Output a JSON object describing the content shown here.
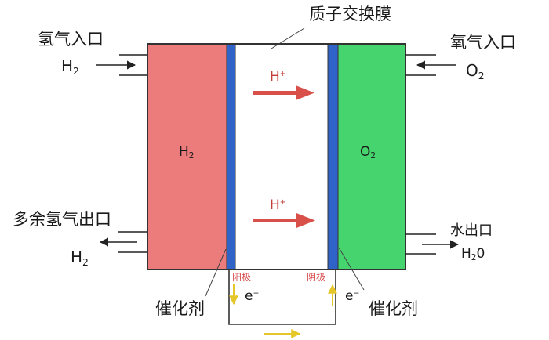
{
  "labels": {
    "hydrogen_inlet": "氢气入口",
    "oxygen_inlet": "氧气入口",
    "membrane": "质子交换膜",
    "excess_hydrogen_outlet": "多余氢气出口",
    "water_outlet": "水出口",
    "catalyst_left": "催化剂",
    "catalyst_right": "催化剂",
    "anode": "阳极",
    "cathode": "阴极"
  },
  "chem": {
    "h2_in": {
      "base": "H",
      "sub": "2"
    },
    "o2_in": {
      "base": "O",
      "sub": "2"
    },
    "h2_out": {
      "base": "H",
      "sub": "2"
    },
    "h2o_out": {
      "base": "H",
      "sub": "2",
      "tail": "0"
    },
    "h2_chamber": {
      "base": "H",
      "sub": "2"
    },
    "o2_chamber": {
      "base": "O",
      "sub": "2"
    },
    "proton_top": {
      "base": "H",
      "sup": "+"
    },
    "proton_bottom": {
      "base": "H",
      "sup": "+"
    },
    "electron_left": {
      "base": "e",
      "sup": "−"
    },
    "electron_right": {
      "base": "e",
      "sup": "−"
    }
  },
  "colors": {
    "anode_chamber": "#ec7b7b",
    "cathode_chamber": "#45d46e",
    "catalyst_layer": "#2f63c8",
    "proton_arrow": "#d9504a",
    "electron_arrow": "#e6c72a",
    "outline": "#333333"
  }
}
